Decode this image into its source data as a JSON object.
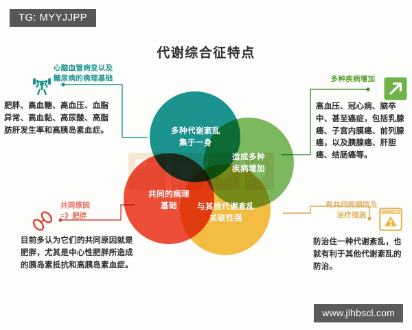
{
  "tag": {
    "label": "TG: MYYJJPP"
  },
  "header": {
    "title": "代谢综合征特点"
  },
  "watermark": {
    "site": "www.jlhbscl.com",
    "background_text": "PDSS"
  },
  "venn": {
    "circles": [
      {
        "id": "teal",
        "label": "多种代谢紊乱\n集于一身",
        "color": "#1b9490"
      },
      {
        "id": "green",
        "label": "造成多种\n疾病增加",
        "color": "#7cba5f"
      },
      {
        "id": "red",
        "label": "共同的病理\n基础",
        "color": "#ef4e38"
      },
      {
        "id": "yellow",
        "label": "与其他代谢紊乱\n关联性强",
        "color": "#f4bf43"
      }
    ]
  },
  "callouts": [
    {
      "id": "top-left",
      "heading": "心脑血管病变以及\n糖尿病的病理基础",
      "body": "肥胖、高血糖、高血压、血脂异常、高血黏、高尿酸、高脂肪肝发生率和高胰岛素血症。",
      "icon": "weightlifter-icon",
      "color": "#1b9490"
    },
    {
      "id": "top-right",
      "heading": "多种疾病增加",
      "body": "高血压、冠心病、脑卒中、甚至癌症，包括乳腺癌、子宫内膜癌、前列腺癌，以及胰腺癌、肝胆癌、结肠癌等。",
      "icon": "arrow-up-right-icon",
      "color": "#5aa032"
    },
    {
      "id": "bottom-left",
      "heading": "共同原因\n=》肥胖",
      "body": "目前多认为它们的共同原因就是肥胖，尤其是中心性肥胖所造成的胰岛素抵抗和高胰岛素血症。",
      "icon": "chain-link-icon",
      "color": "#e8695e"
    },
    {
      "id": "bottom-right",
      "heading": "有共同的预防及\n治疗措施",
      "body": "防治住一种代谢紊乱，也就有利于其他代谢紊乱的防治。",
      "icon": "warning-window-icon",
      "color": "#e0b465"
    }
  ]
}
